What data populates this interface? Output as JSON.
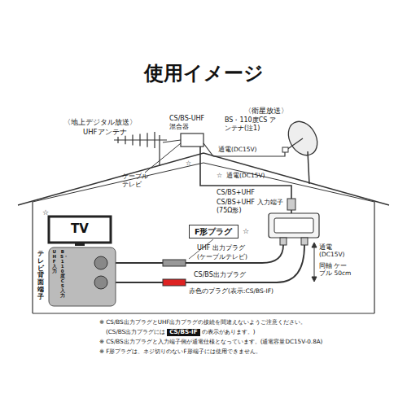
{
  "diagram": {
    "title": "使用イメージ",
    "nodes": [
      {
        "text": [
          "TV"
        ]
      },
      {
        "text": [
          "F形プラグ"
        ]
      },
      {
        "text": [
          "CS/BS-IF"
        ]
      }
    ],
    "labels": [
      "〈地上デジタル放送〉",
      "UHFアンテナ",
      "ケーブル テレビ",
      "CS/BS-UHF 混合器",
      "〈衛星放送〉",
      "BS・110度CS アンテナ(注1)",
      "通電(DC15V)",
      "☆",
      "☆",
      "通電(DC15V)",
      "CS/BS+UHF",
      "CS/BS+UHF 入力端子(75Ω形)",
      "☆",
      "テレビ背面端子",
      "UHF入力",
      "BS・110度CS入力",
      "☆",
      "UHF 出力プラグ",
      "(ケーブルテレビ)",
      "CS/BS出力プラグ",
      "赤色のプラグ(表示:CS/BS-IF)",
      "通電 (DC15V)",
      "同軸 ケーブル 50cm",
      "※ CS/BS出力プラグとUHF出力プラグの接続を間違えないようご注意ください。",
      "(CS/BS出力プラグには",
      "の表示があります。)",
      "※ CS/BS出力プラグと入力端子側が通電仕様となっています。(通電容量DC15V-0.8A)",
      "※ F形プラグは、ネジ切りのないF形端子には使用できません。"
    ]
  }
}
